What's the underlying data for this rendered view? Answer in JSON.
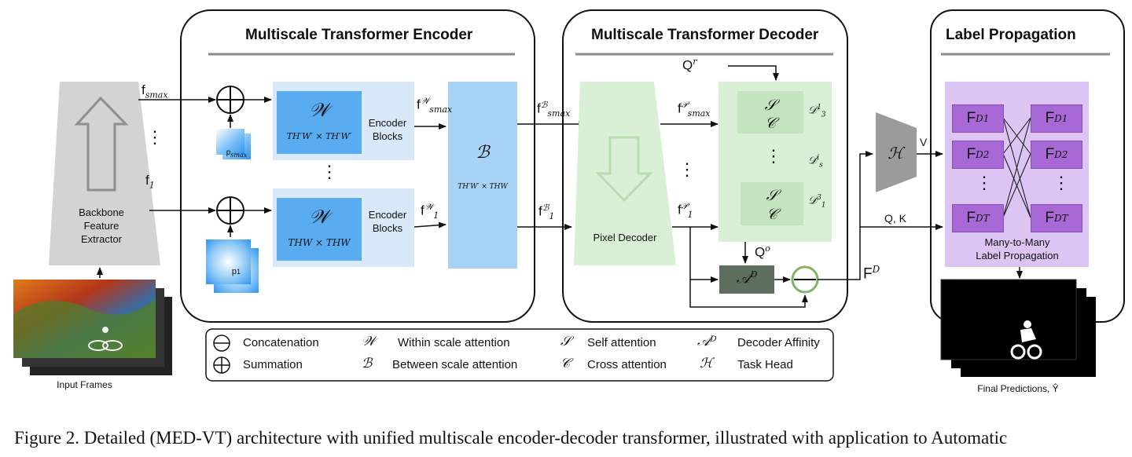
{
  "encoder": {
    "title": "Multiscale Transformer Encoder",
    "w_symbol": "𝒲",
    "w_top_dims": "TH′W′ × TH′W′",
    "w_bottom_dims": "THW × THW",
    "encoder_blocks_top": "Encoder Blocks",
    "encoder_blocks_bottom": "Encoder Blocks",
    "b_symbol": "ℬ",
    "b_dims": "TH′W′ × THW",
    "pos_top": "p",
    "pos_top_sub": "smax",
    "pos_bottom": "p",
    "pos_bottom_sub": "1",
    "vdots": "⋮"
  },
  "backbone": {
    "label": "Backbone Feature Extractor",
    "f_smax": "f",
    "f_smax_sub": "smax",
    "f_1": "f",
    "f_1_sub": "1",
    "vdots": "⋮",
    "input_label": "Input Frames"
  },
  "features": {
    "fw_smax": "f",
    "fw_smax_sup": "𝒲",
    "fw_smax_sub": "smax",
    "fw_1": "f",
    "fw_1_sup": "𝒲",
    "fw_1_sub": "1",
    "fb_smax": "f",
    "fb_smax_sup": "ℬ",
    "fb_smax_sub": "smax",
    "fb_1": "f",
    "fb_1_sup": "ℬ",
    "fb_1_sub": "1",
    "fp_smax": "f",
    "fp_smax_sup": "𝒫",
    "fp_smax_sub": "smax",
    "fp_1": "f",
    "fp_1_sup": "𝒫",
    "fp_1_sub": "1",
    "vdots": "⋮"
  },
  "decoder": {
    "title": "Multiscale Transformer Decoder",
    "pixel_decoder": "Pixel Decoder",
    "qr": "Q",
    "qr_sup": "r",
    "qo": "Q",
    "qo_sup": "o",
    "s_symbol": "𝒮",
    "c_symbol": "𝒞",
    "d3_1": "𝒟",
    "d3_1_sup": "1",
    "d3_1_sub": "3",
    "ds_i": "𝒟",
    "ds_i_sup": "i",
    "ds_i_sub": "s",
    "d1_3": "𝒟",
    "d1_3_sup": "3",
    "d1_3_sub": "1",
    "affinity": "𝒜",
    "affinity_sup": "D",
    "fd": "F",
    "fd_sup": "D",
    "vdots": "⋮"
  },
  "task_head": {
    "symbol": "ℋ",
    "v_label": "V",
    "qk_label": "Q, K"
  },
  "label_propagation": {
    "title": "Label Propagation",
    "left": [
      {
        "base": "F",
        "sup": "D",
        "sub": "1"
      },
      {
        "base": "F",
        "sup": "D",
        "sub": "2"
      },
      {
        "base": "F",
        "sup": "D",
        "sub": "T"
      }
    ],
    "right": [
      {
        "base": "F",
        "sup": "D",
        "sub": "1"
      },
      {
        "base": "F",
        "sup": "D",
        "sub": "2"
      },
      {
        "base": "F",
        "sup": "D",
        "sub": "T"
      }
    ],
    "vdots": "⋮",
    "caption_line1": "Many-to-Many",
    "caption_line2": "Label Propagation",
    "final_label": "Final Predictions, Ŷ"
  },
  "legend": {
    "items": [
      {
        "symbol": "⊖",
        "text": "Concatenation"
      },
      {
        "symbol": "⊕",
        "text": "Summation"
      },
      {
        "symbol": "𝒲",
        "text": "Within scale attention"
      },
      {
        "symbol": "ℬ",
        "text": "Between scale attention"
      },
      {
        "symbol": "𝒮",
        "text": "Self attention"
      },
      {
        "symbol": "𝒞",
        "text": "Cross attention"
      },
      {
        "symbol": "𝒜ᴰ",
        "text": "Decoder Affinity"
      },
      {
        "symbol": "ℋ",
        "text": "Task Head"
      }
    ]
  },
  "caption": "Figure 2. Detailed (MED-VT) architecture with unified multiscale encoder-decoder transformer, illustrated with application to Automatic",
  "colors": {
    "encoder_w": "#5aacf0",
    "encoder_bg": "#d8e8f8",
    "b_block": "#a7d3f7",
    "decoder_bg": "#d9efd6",
    "decoder_inner": "#c4e4bf",
    "affinity": "#5f6f5f",
    "lp_bg": "#dcc5f3",
    "lp_box": "#a868d6",
    "backbone": "#d3d3d3",
    "task_head": "#9b9b9b"
  }
}
